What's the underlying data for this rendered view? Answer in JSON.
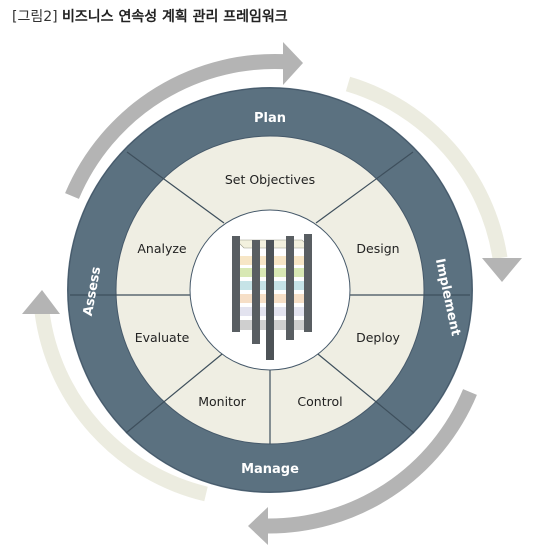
{
  "header": {
    "prefix": "[그림2]",
    "title": "비즈니스 연속성 계획 관리 프레임워크"
  },
  "outer_ring": {
    "plan": "Plan",
    "implement": "Implement",
    "manage": "Manage",
    "assess": "Assess"
  },
  "inner_segments": {
    "set_objectives": "Set Objectives",
    "design": "Design",
    "deploy": "Deploy",
    "control": "Control",
    "monitor": "Monitor",
    "evaluate": "Evaluate",
    "analyze": "Analyze"
  },
  "colors": {
    "ring": "#5b7180",
    "segment": "#efeee3",
    "arrow_gray": "#b4b4b4",
    "arrow_pale": "#ecece0"
  },
  "icons": {
    "center": "building-icon",
    "cycle": "circular-arrows"
  }
}
